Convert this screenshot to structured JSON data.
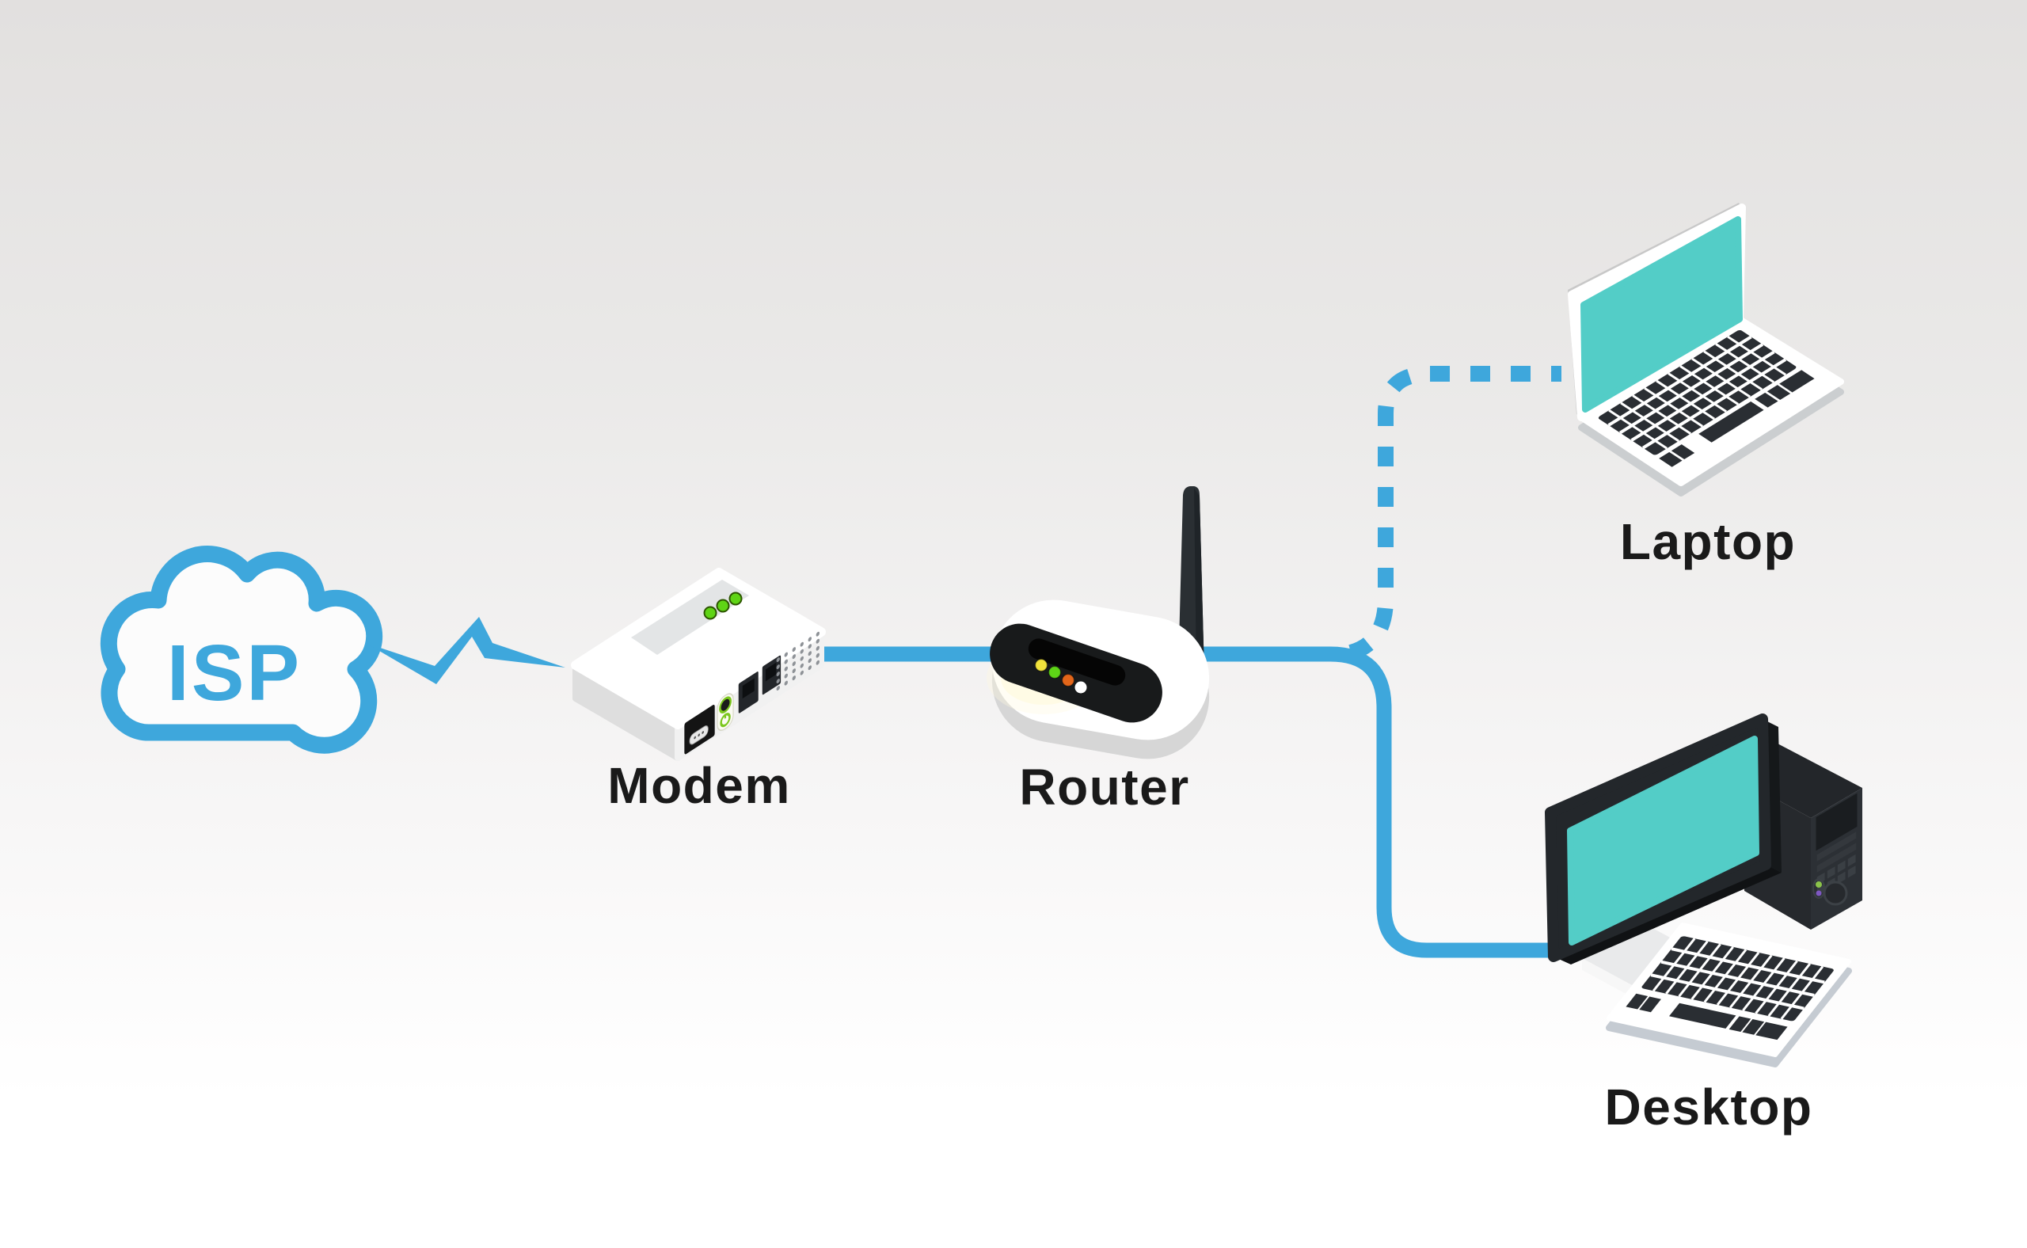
{
  "diagram_type": "home-network-topology",
  "colors": {
    "accent_blue": "#3EA7DC",
    "screen_teal": "#53CDC7",
    "device_dark": "#26292D",
    "device_white": "#FFFFFF",
    "label_text": "#1A1A1A",
    "led_green": "#5FD415",
    "led_yellow": "#F2E33C",
    "led_orange": "#E2661A",
    "led_white": "#FFFFFF",
    "background_top": "#E2E0DF",
    "background_bottom": "#FFFFFF"
  },
  "nodes": {
    "isp": {
      "label": "ISP",
      "icon": "cloud-icon"
    },
    "modem": {
      "label": "Modem",
      "icon": "modem-icon"
    },
    "router": {
      "label": "Router",
      "icon": "wifi-router-icon"
    },
    "laptop": {
      "label": "Laptop",
      "icon": "laptop-icon"
    },
    "desktop": {
      "label": "Desktop",
      "icon": "desktop-computer-icon"
    }
  },
  "connections": [
    {
      "from": "ISP",
      "to": "Modem",
      "style": "lightning-bolt"
    },
    {
      "from": "Modem",
      "to": "Router",
      "style": "solid"
    },
    {
      "from": "Router",
      "to": "Laptop",
      "style": "dashed"
    },
    {
      "from": "Router",
      "to": "Desktop",
      "style": "solid"
    }
  ],
  "indicators": {
    "modem_led_count": 3,
    "router_led_colors": [
      "yellow",
      "green",
      "orange",
      "white"
    ]
  }
}
